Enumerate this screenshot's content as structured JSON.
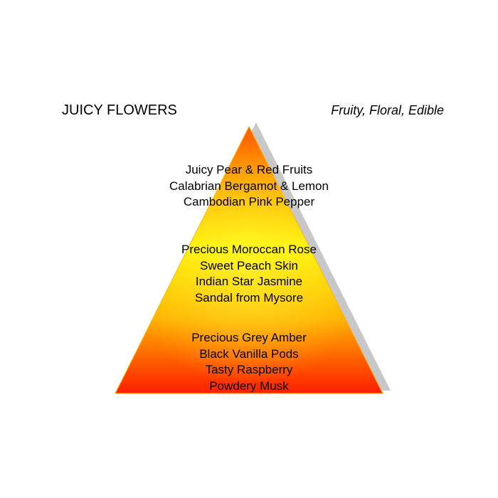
{
  "header": {
    "title": "JUICY FLOWERS",
    "subtitle": "Fruity, Floral, Edible"
  },
  "colors": {
    "apex": "#ff5a00",
    "middle": "#ffee00",
    "base": "#ff1e00",
    "shadow": "#c8c8c8",
    "edge": "#ffb000"
  },
  "pyramid": {
    "top_notes": [
      "Juicy Pear & Red Fruits",
      "Calabrian Bergamot & Lemon",
      "Cambodian Pink Pepper"
    ],
    "heart_notes": [
      "Precious Moroccan Rose",
      "Sweet Peach Skin",
      "Indian Star Jasmine",
      "Sandal from Mysore"
    ],
    "base_notes": [
      "Precious Grey Amber",
      "Black Vanilla Pods",
      "Tasty Raspberry",
      "Powdery Musk"
    ]
  }
}
